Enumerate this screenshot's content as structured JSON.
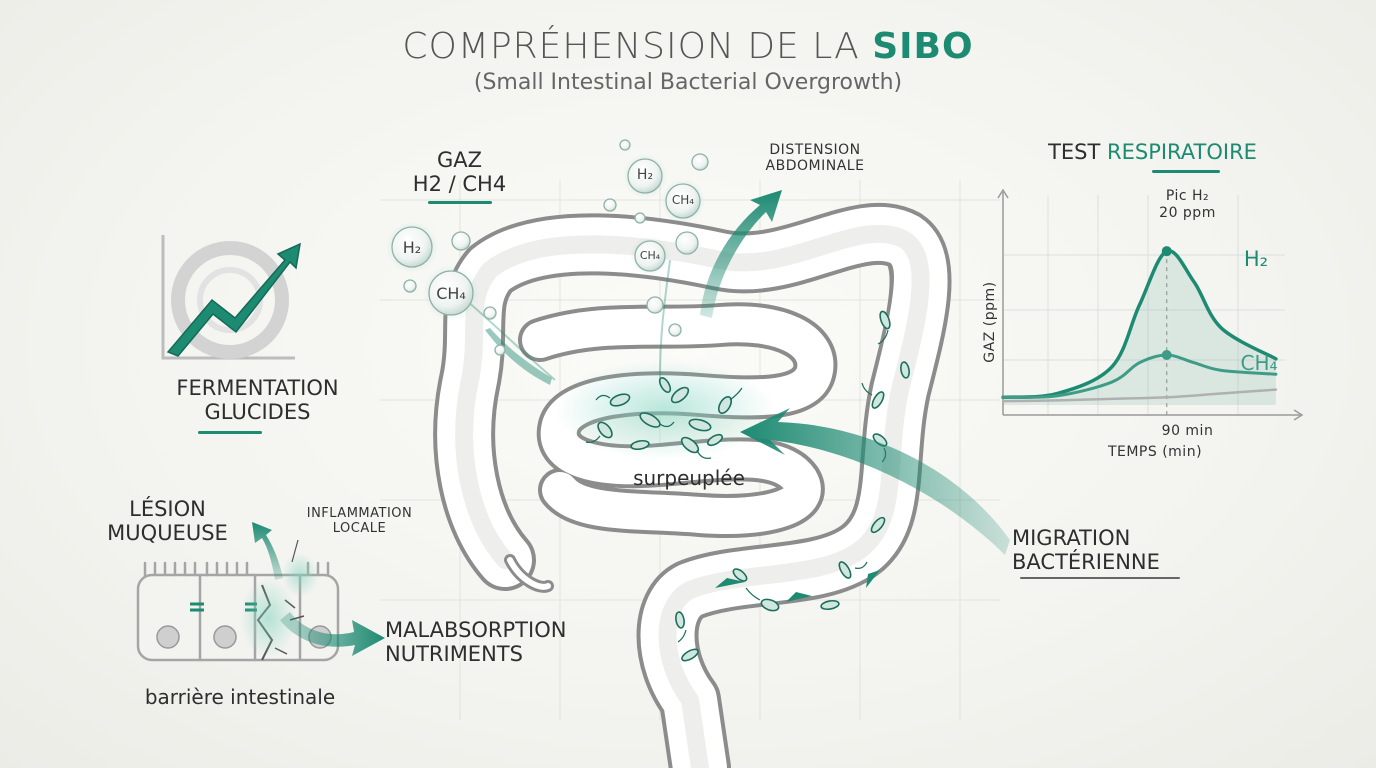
{
  "title": {
    "main": "COMPRÉHENSION DE LA ",
    "accent": "SIBO"
  },
  "subtitle": "(Small Intestinal Bacterial Overgrowth)",
  "gas": {
    "line1": "GAZ",
    "line2": "H2 / CH4",
    "bubble_h2": "H₂",
    "bubble_ch4": "CH₄"
  },
  "distension": {
    "line1": "DISTENSION",
    "line2": "ABDOMINALE"
  },
  "fermentation": {
    "line1": "FERMENTATION",
    "line2": "GLUCIDES"
  },
  "overpopulated": "surpeuplée",
  "migration": {
    "line1": "MIGRATION",
    "line2": "BACTÉRIENNE"
  },
  "lesion": {
    "line1": "LÉSION",
    "line2": "MUQUEUSE"
  },
  "inflammation": {
    "line1": "INFLAMMATION",
    "line2": "LOCALE"
  },
  "malabsorption": {
    "line1": "MALABSORPTION",
    "line2": "NUTRIMENTS"
  },
  "barrier": "barrière intestinale",
  "colors": {
    "accent": "#1d8a72",
    "gut_outline": "#8a8a8a",
    "text": "#2e2e2e"
  },
  "chart_data": {
    "type": "line",
    "title_main": "TEST ",
    "title_accent": "RESPIRATOIRE",
    "xlabel": "TEMPS (min)",
    "ylabel": "GAZ (ppm)",
    "peak_label_line1": "Pic H₂",
    "peak_label_line2": "20 ppm",
    "x_tick": "90 min",
    "series": [
      {
        "name": "H₂",
        "color": "#1d8a72",
        "x": [
          0,
          30,
          60,
          75,
          90,
          105,
          120,
          150
        ],
        "y": [
          1,
          1.5,
          5,
          13,
          20,
          16,
          10,
          6
        ]
      },
      {
        "name": "CH₄",
        "color": "#3e9c86",
        "x": [
          0,
          30,
          60,
          75,
          90,
          105,
          120,
          150
        ],
        "y": [
          1,
          1.2,
          3,
          5.5,
          6.5,
          5.5,
          4.5,
          4
        ]
      },
      {
        "name": "",
        "color": "#b0b0b0",
        "x": [
          0,
          30,
          60,
          90,
          120,
          150
        ],
        "y": [
          0.5,
          0.6,
          0.8,
          1,
          1.5,
          2
        ]
      }
    ],
    "xlim": [
      0,
      155
    ],
    "ylim": [
      0,
      26
    ],
    "peak_x": 90
  }
}
